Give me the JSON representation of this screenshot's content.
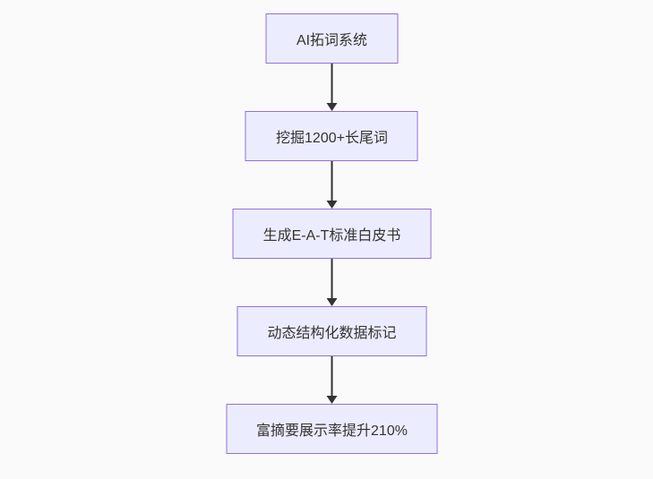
{
  "diagram": {
    "type": "flowchart",
    "direction": "top-down",
    "nodes": [
      {
        "id": "n1",
        "label": "AI拓词系统"
      },
      {
        "id": "n2",
        "label": "挖掘1200+长尾词"
      },
      {
        "id": "n3",
        "label": "生成E-A-T标准白皮书"
      },
      {
        "id": "n4",
        "label": "动态结构化数据标记"
      },
      {
        "id": "n5",
        "label": "富摘要展示率提升210%"
      }
    ],
    "edges": [
      {
        "from": "n1",
        "to": "n2",
        "style": "arrow-down"
      },
      {
        "from": "n2",
        "to": "n3",
        "style": "arrow-down"
      },
      {
        "from": "n3",
        "to": "n4",
        "style": "arrow-down"
      },
      {
        "from": "n4",
        "to": "n5",
        "style": "arrow-down"
      }
    ],
    "colors": {
      "background": "#fafafa",
      "node_fill": "#ececff",
      "node_border": "#9370db",
      "node_text": "#333333",
      "arrow": "#333333"
    }
  }
}
